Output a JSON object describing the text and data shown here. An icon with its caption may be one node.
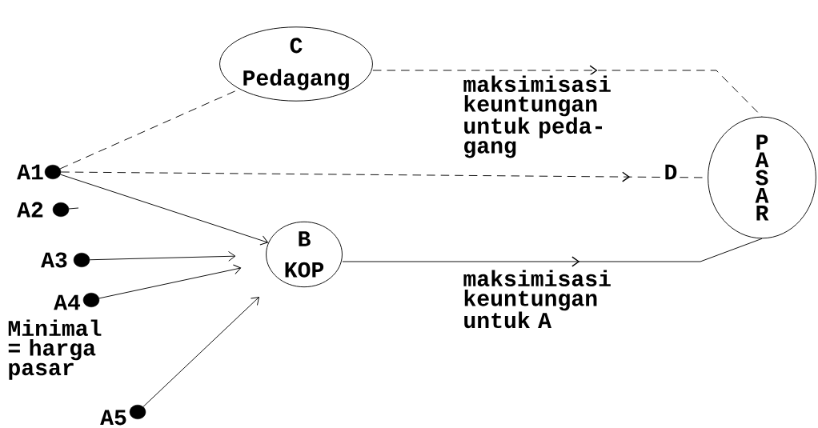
{
  "diagram": {
    "nodes": [
      {
        "text": [
          "C",
          "Pedagang"
        ]
      },
      {
        "text": [],
        "shape": "circle",
        "beside": [
          "A1"
        ]
      },
      {
        "text": [],
        "shape": "circle",
        "beside": [
          "A2"
        ]
      },
      {
        "text": [],
        "shape": "circle",
        "beside": [
          "A3"
        ]
      },
      {
        "text": [],
        "shape": "circle",
        "beside": [
          "A4"
        ]
      },
      {
        "text": [],
        "shape": "circle",
        "beside": [
          "A5"
        ]
      },
      {
        "text": [
          "B",
          "KOP"
        ]
      },
      {
        "text": [
          "P",
          "A",
          "S",
          "A",
          "R"
        ]
      }
    ],
    "edges": [
      {
        "from": 1,
        "to": 0,
        "arrow": "none",
        "style": "dashed"
      },
      {
        "from": 0,
        "to": 7,
        "arrow": "to",
        "style": "dashed",
        "label": "maksimisasi keuntungan untuk peda- gang"
      },
      {
        "from": 1,
        "to": 7,
        "arrow": "to",
        "style": "dashed",
        "label": "D"
      },
      {
        "from": 1,
        "to": 6,
        "arrow": "to"
      },
      {
        "from": 3,
        "to": 6,
        "arrow": "to"
      },
      {
        "from": 4,
        "to": 6,
        "arrow": "to"
      },
      {
        "from": 5,
        "to": 6,
        "arrow": "to"
      },
      {
        "from": 6,
        "to": 7,
        "arrow": "to",
        "label": "maksimisasi keuntungan untuk A"
      }
    ],
    "labels": [
      "Minimal = harga pasar"
    ]
  }
}
